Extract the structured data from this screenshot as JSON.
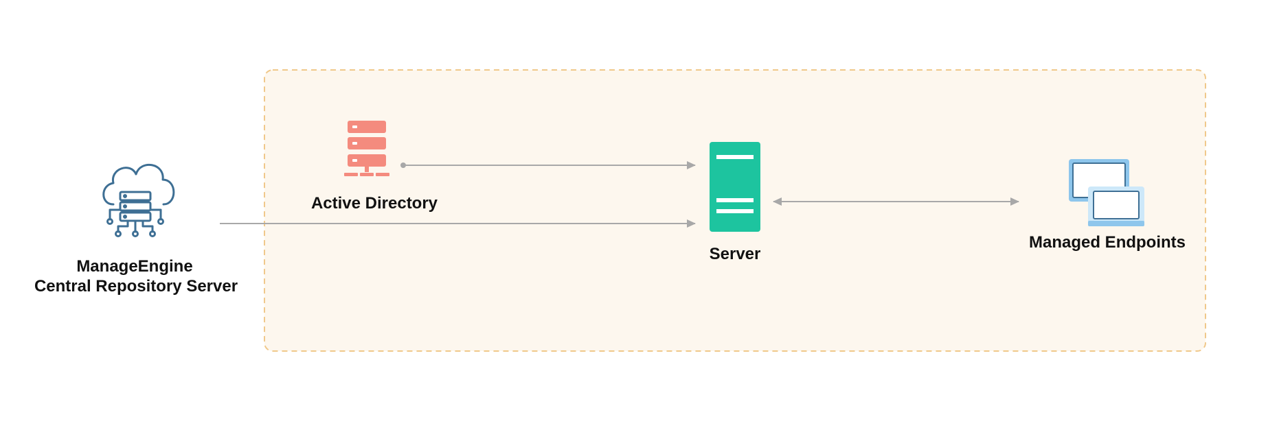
{
  "nodes": {
    "central_repository": {
      "label_line1": "ManageEngine",
      "label_line2": "Central Repository Server",
      "icon": "cloud-server-icon"
    },
    "active_directory": {
      "label": "Active Directory",
      "icon": "server-stack-icon"
    },
    "server": {
      "label": "Server",
      "icon": "server-tower-icon"
    },
    "managed_endpoints": {
      "label": "Managed Endpoints",
      "icon": "computers-icon"
    }
  },
  "connections": [
    {
      "from": "active_directory",
      "to": "server",
      "direction": "one-way"
    },
    {
      "from": "central_repository",
      "to": "server",
      "direction": "one-way"
    },
    {
      "from": "server",
      "to": "managed_endpoints",
      "direction": "two-way"
    }
  ],
  "colors": {
    "zone_fill": "#fdf7ee",
    "zone_border": "#f0c88a",
    "cloud_icon": "#3e6f94",
    "active_directory_icon": "#f48b7e",
    "server_icon": "#1dc49f",
    "endpoints_icon": "#62a4d8",
    "arrow": "#a8a8a8"
  }
}
